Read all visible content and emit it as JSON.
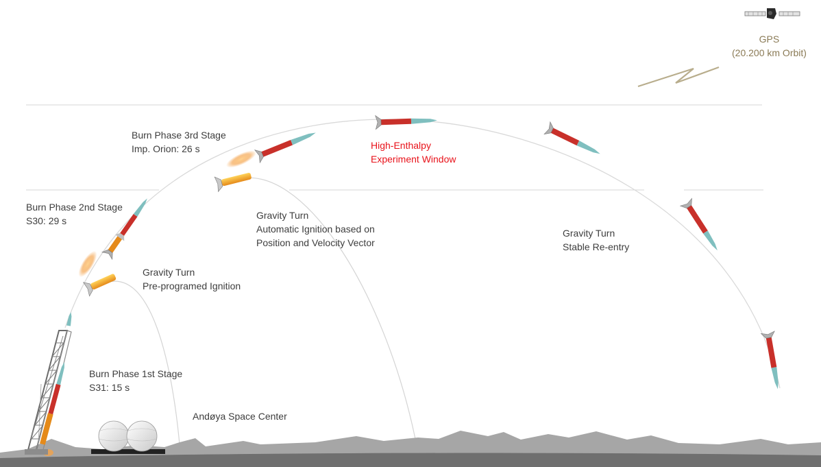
{
  "labels": {
    "gps": {
      "line1": "GPS",
      "line2": "(20.200 km Orbit)"
    },
    "burn_3rd": {
      "line1": "Burn Phase 3rd Stage",
      "line2": "Imp. Orion: 26 s"
    },
    "burn_2nd": {
      "line1": "Burn Phase 2nd Stage",
      "line2": "S30: 29 s"
    },
    "burn_1st": {
      "line1": "Burn Phase 1st Stage",
      "line2": "S31: 15 s"
    },
    "experiment": {
      "line1": "High-Enthalpy",
      "line2": "Experiment Window"
    },
    "gravity_turn_2": {
      "line1": "Gravity Turn",
      "line2": "Automatic Ignition based on",
      "line3": "Position and Velocity Vector"
    },
    "gravity_turn_1": {
      "line1": "Gravity Turn",
      "line2": "Pre-programed Ignition"
    },
    "gravity_turn_reentry": {
      "line1": "Gravity Turn",
      "line2": "Stable Re-entry"
    },
    "site": "Andøya Space Center"
  },
  "colors": {
    "experiment_text": "#e8121a",
    "gps_text": "#8a7a55",
    "rocket_body": "#c8302a",
    "booster": "#f0a030",
    "ground": "#a0a0a0"
  },
  "icons": [
    "satellite-icon",
    "radio-link-icon",
    "rocket-icon",
    "radar-dome-icon",
    "launch-tower-icon"
  ]
}
